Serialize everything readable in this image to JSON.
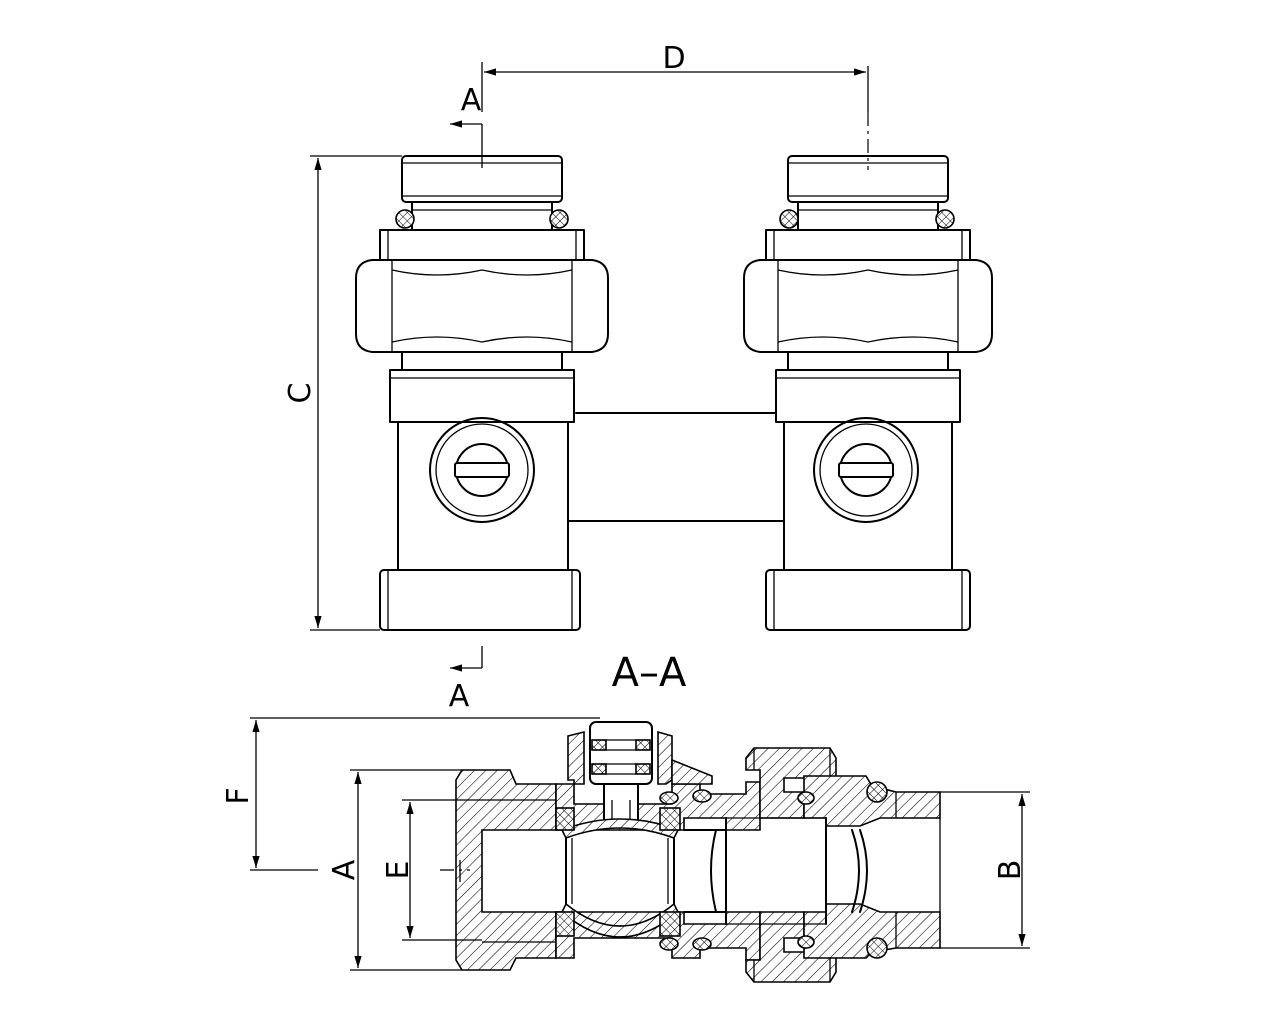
{
  "labels": {
    "dim_d": "D",
    "dim_c": "C",
    "section_mark_top": "A",
    "section_mark_bottom": "A",
    "section_title": "A–A",
    "dim_f": "F",
    "dim_a": "A",
    "dim_e": "E",
    "dim_b": "B"
  }
}
